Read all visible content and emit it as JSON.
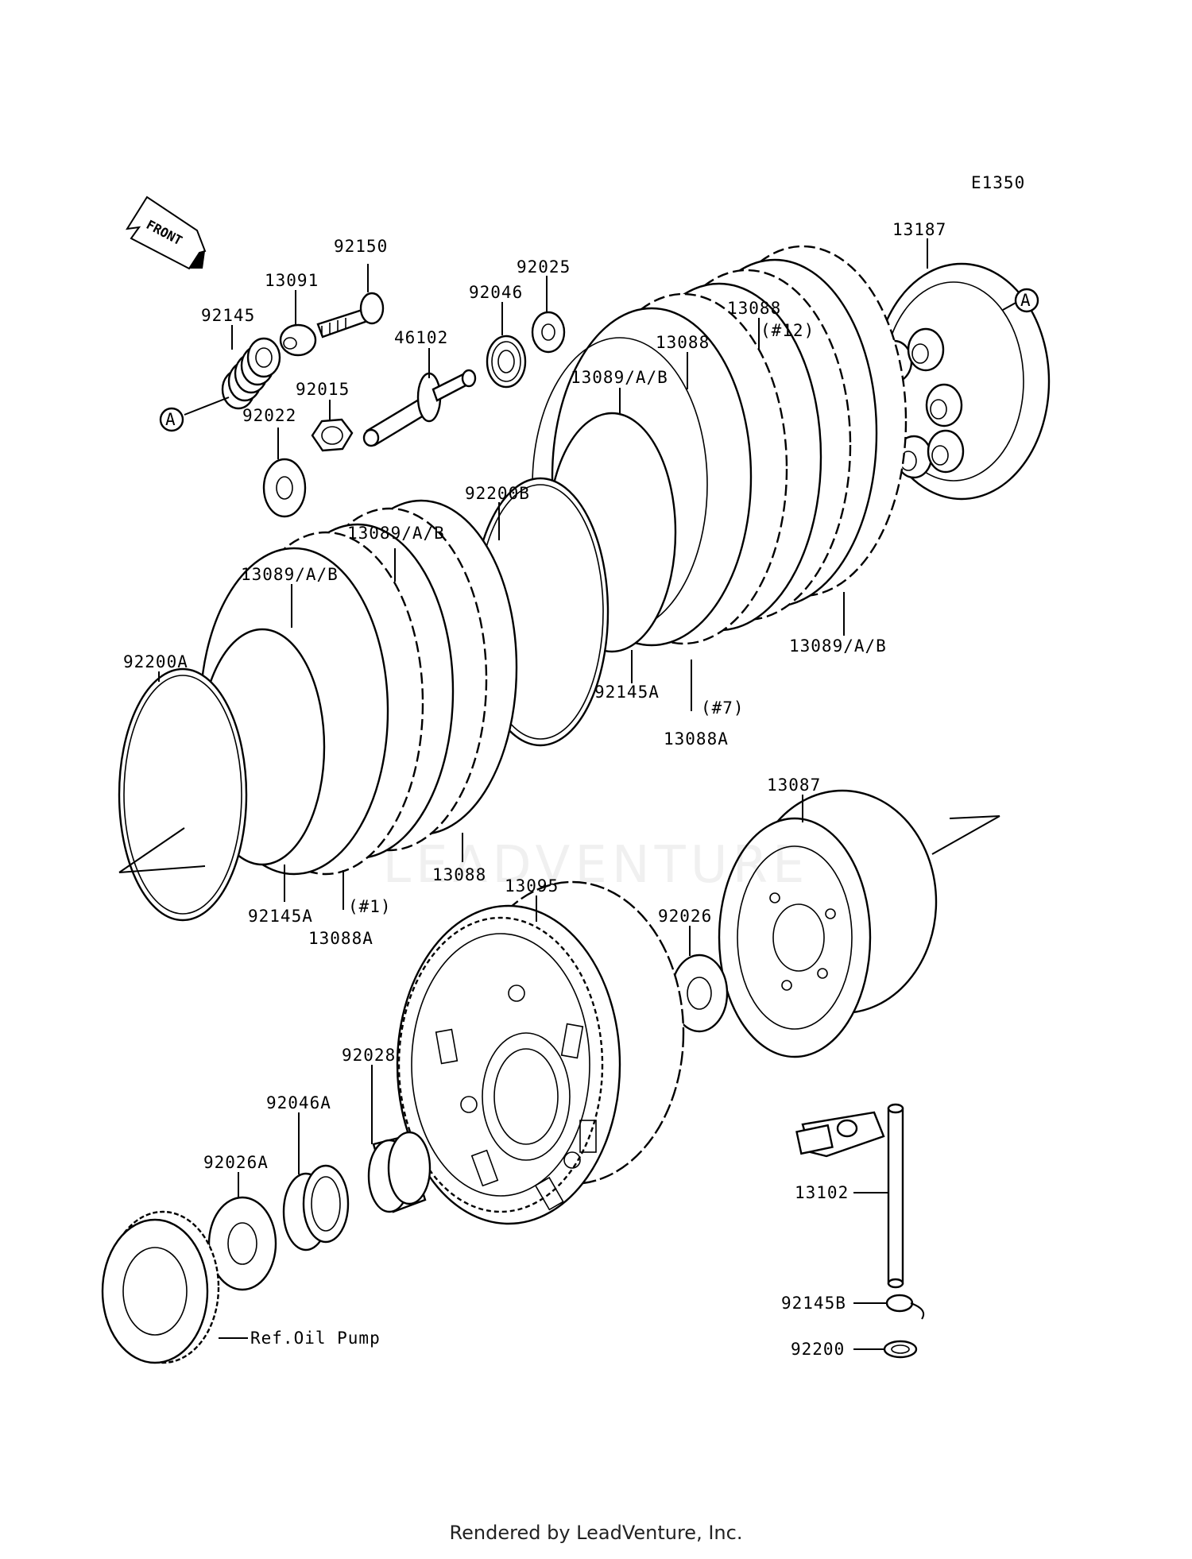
{
  "diagram_code": "E1350",
  "front_label": "FRONT",
  "ref_marker": "A",
  "footer": "Rendered by LeadVenture, Inc.",
  "watermark": "LEADVENTURE",
  "labels": {
    "p92150": "92150",
    "p13091": "13091",
    "p92145": "92145",
    "p92015": "92015",
    "p92022": "92022",
    "p46102": "46102",
    "p92046": "92046",
    "p92025": "92025",
    "p13088_top": "13088",
    "p12": "(#12)",
    "p13088_mid": "13088",
    "p13089_top": "13089/A/B",
    "p13187": "13187",
    "p92200B": "92200B",
    "p13089_mid": "13089/A/B",
    "p13089_left": "13089/A/B",
    "p92200A": "92200A",
    "p13089_right": "13089/A/B",
    "p92145A_mid": "92145A",
    "p7": "(#7)",
    "p13088A_mid": "13088A",
    "p13087": "13087",
    "p13088_low": "13088",
    "p13095": "13095",
    "p92145A_low": "92145A",
    "p1": "(#1)",
    "p13088A_low": "13088A",
    "p92026": "92026",
    "p92028": "92028",
    "p92046A": "92046A",
    "p92026A": "92026A",
    "p13102": "13102",
    "p92145B": "92145B",
    "p92200": "92200",
    "ref_oil_pump": "Ref.Oil Pump"
  }
}
